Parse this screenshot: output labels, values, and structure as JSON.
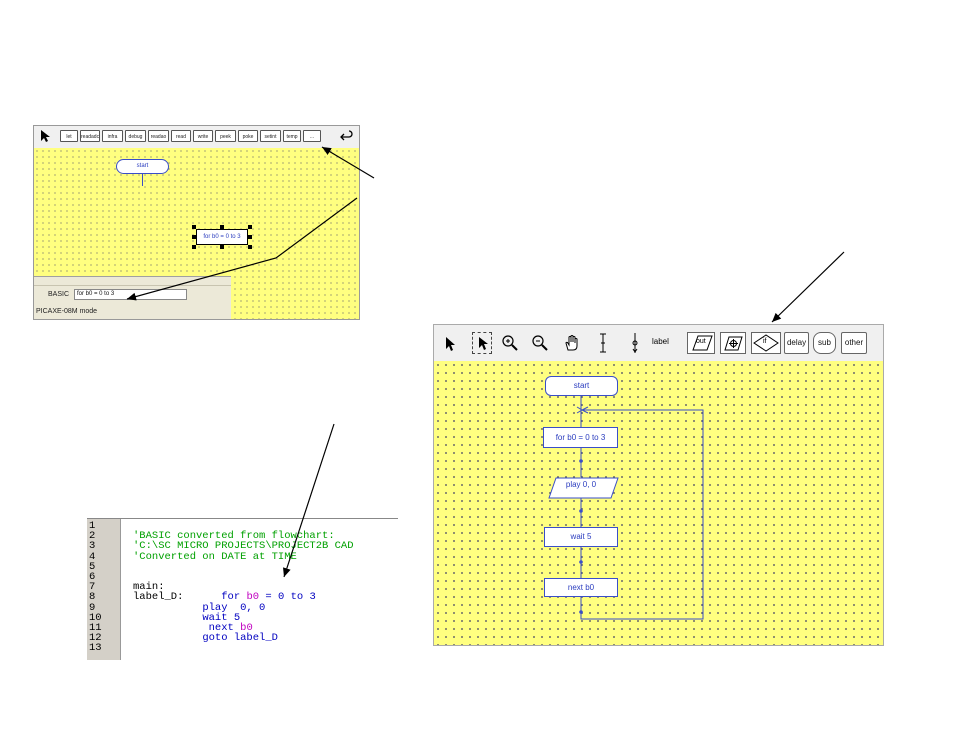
{
  "small_editor": {
    "toolbar_buttons": [
      "let",
      "readadc",
      "infra",
      "debug",
      "readao",
      "read",
      "write",
      "peek",
      "poke",
      "setint",
      "temp",
      "..."
    ],
    "start_label": "start",
    "selected_node_label": "for b0 = 0 to 3",
    "basic_label": "BASIC",
    "basic_value": "for b0 = 0 to 3",
    "status": "PICAXE-08M mode"
  },
  "large_editor": {
    "toolbar_buttons": [
      "label",
      "out",
      "if",
      "delay",
      "sub",
      "other"
    ],
    "nodes": [
      "start",
      "for b0 = 0 to 3",
      "play 0, 0",
      "wait 5",
      "next b0"
    ]
  },
  "code": {
    "line_numbers": [
      "1",
      "2",
      "3",
      "4",
      "5",
      "6",
      "7",
      "8",
      "9",
      "10",
      "11",
      "12",
      "13"
    ],
    "comment1": "'BASIC converted from flowchart:",
    "comment2": "'C:\\SC MICRO PROJECTS\\PROJECT2B CAD",
    "comment3": "'Converted on DATE at TIME",
    "main_label": "main:",
    "label_d": "label_D:",
    "kw_for": "for",
    "var_b0": "b0",
    "for_rest": " = 0 to 3",
    "play_stmt": "play  0, 0",
    "wait_stmt": "wait 5",
    "kw_next": "next",
    "kw_goto": "goto",
    "goto_target": " label_D"
  },
  "colors": {
    "canvas": "#ffff80",
    "node_border": "#3a4ec8",
    "comment_green": "#00a000",
    "keyword_blue": "#0000c0",
    "variable_magenta": "#c000c0"
  }
}
